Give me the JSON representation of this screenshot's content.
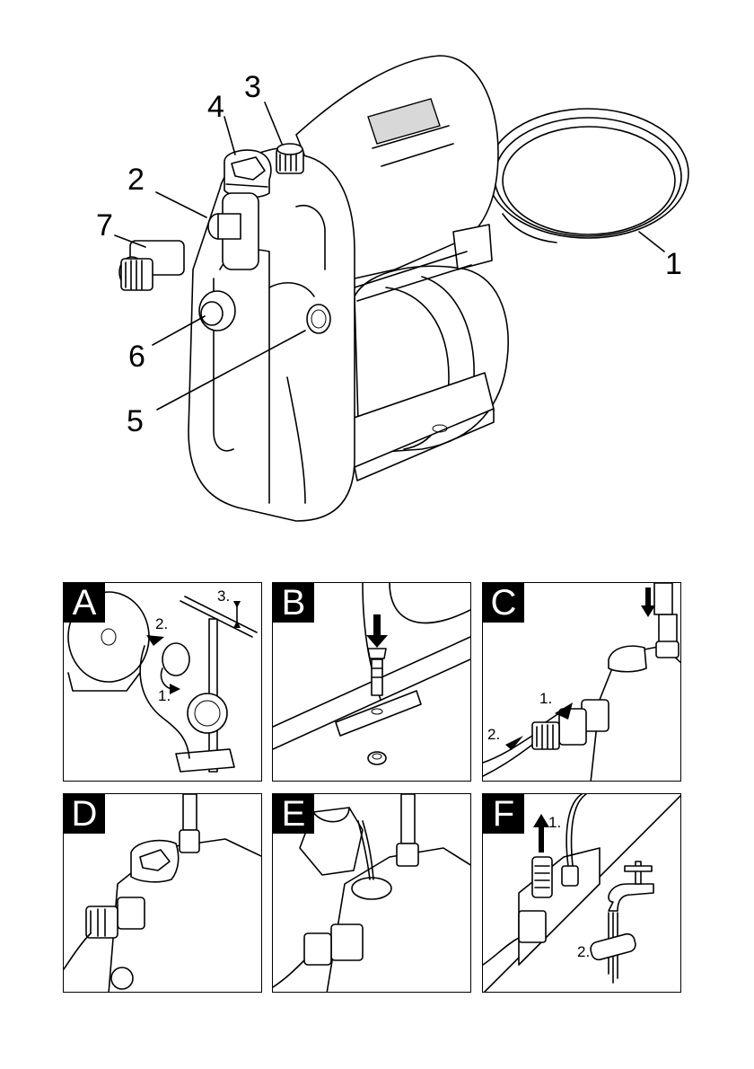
{
  "main_figure": {
    "callouts": [
      {
        "id": "1",
        "label": "1"
      },
      {
        "id": "2",
        "label": "2"
      },
      {
        "id": "3",
        "label": "3"
      },
      {
        "id": "4",
        "label": "4"
      },
      {
        "id": "5",
        "label": "5"
      },
      {
        "id": "6",
        "label": "6"
      },
      {
        "id": "7",
        "label": "7"
      }
    ]
  },
  "panels": [
    {
      "letter": "A",
      "steps": [
        "1.",
        "2.",
        "3."
      ]
    },
    {
      "letter": "B",
      "steps": []
    },
    {
      "letter": "C",
      "steps": [
        "1.",
        "2."
      ]
    },
    {
      "letter": "D",
      "steps": []
    },
    {
      "letter": "E",
      "steps": []
    },
    {
      "letter": "F",
      "steps": [
        "1.",
        "2."
      ]
    }
  ]
}
